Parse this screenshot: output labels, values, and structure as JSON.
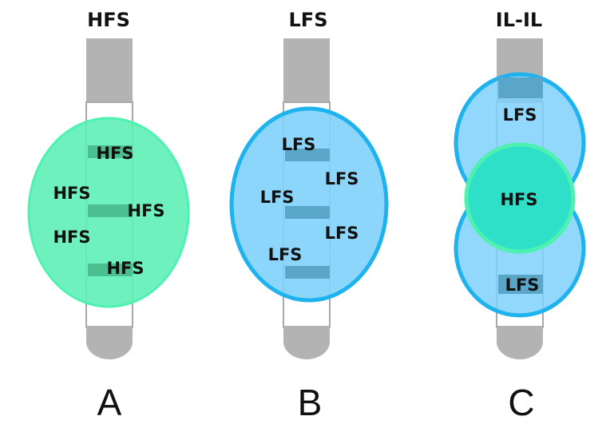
{
  "colors": {
    "tube": "#b3b3b3",
    "tube_window": "#ffffff",
    "tube_outline": "#a8a8a8",
    "hfs_fill": "#5ff0b6",
    "hfs_band": "#4cbf90",
    "lfs_fill": "#7fd0fb",
    "lfs_stroke": "#1eb2ef",
    "lfs_band": "#5aa6c9",
    "hfs_inner_fill": "#2fe0c8",
    "hfs_inner_stroke": "#4ef2b0"
  },
  "panels": [
    {
      "letter": "A",
      "title": "HFS",
      "labels": [
        "HFS",
        "HFS",
        "HFS",
        "HFS",
        "HFS"
      ]
    },
    {
      "letter": "B",
      "title": "LFS",
      "labels": [
        "LFS",
        "LFS",
        "LFS",
        "LFS",
        "LFS"
      ]
    },
    {
      "letter": "C",
      "title": "IL-IL",
      "labels": [
        "LFS",
        "HFS",
        "LFS"
      ]
    }
  ]
}
